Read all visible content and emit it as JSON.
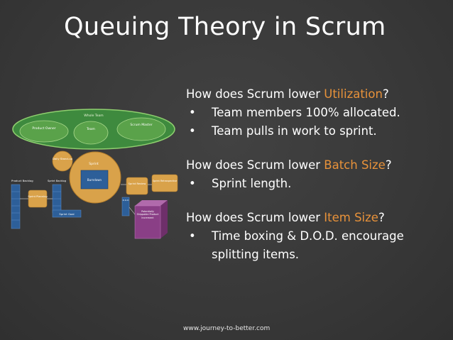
{
  "slide": {
    "title": "Queuing Theory in Scrum",
    "footer": "www.journey-to-better.com"
  },
  "sections": [
    {
      "question_prefix": "How does Scrum lower ",
      "question_highlight": "Utilization",
      "question_suffix": "?",
      "bullets": [
        "Team members 100% allocated.",
        "Team pulls in work to sprint."
      ]
    },
    {
      "question_prefix": "How does Scrum lower ",
      "question_highlight": "Batch Size",
      "question_suffix": "?",
      "bullets": [
        "Sprint length."
      ]
    },
    {
      "question_prefix": "How does Scrum lower ",
      "question_highlight": "Item Size",
      "question_suffix": "?",
      "bullets": [
        "Time boxing & D.O.D. encourage splitting items."
      ]
    }
  ],
  "bullet_glyph": "•",
  "colors": {
    "highlight": "#e8923a",
    "background": "#3a3a3a",
    "diagram_green": "#3f8f3f",
    "diagram_orange": "#d9a24a",
    "diagram_blue": "#2d5f99",
    "diagram_purple": "#8a3f86"
  },
  "diagram": {
    "whole_team": "Whole Team",
    "product_owner": "Product Owner",
    "team": "Team",
    "scrum_master": "Scrum Master",
    "daily_standup": "Daily Stand-up",
    "sprint": "Sprint",
    "burndown": "Burndown",
    "product_backlog": "Product Backlog",
    "sprint_planning": "Sprint Planning",
    "sprint_backlog": "Sprint Backlog",
    "sprint_goal": "Sprint Goal",
    "sprint_review": "Sprint Review",
    "sprint_retrospective": "Sprint Retrospective",
    "dod": "D.O.D",
    "increment": "Potentially Shippable Product Increment"
  }
}
